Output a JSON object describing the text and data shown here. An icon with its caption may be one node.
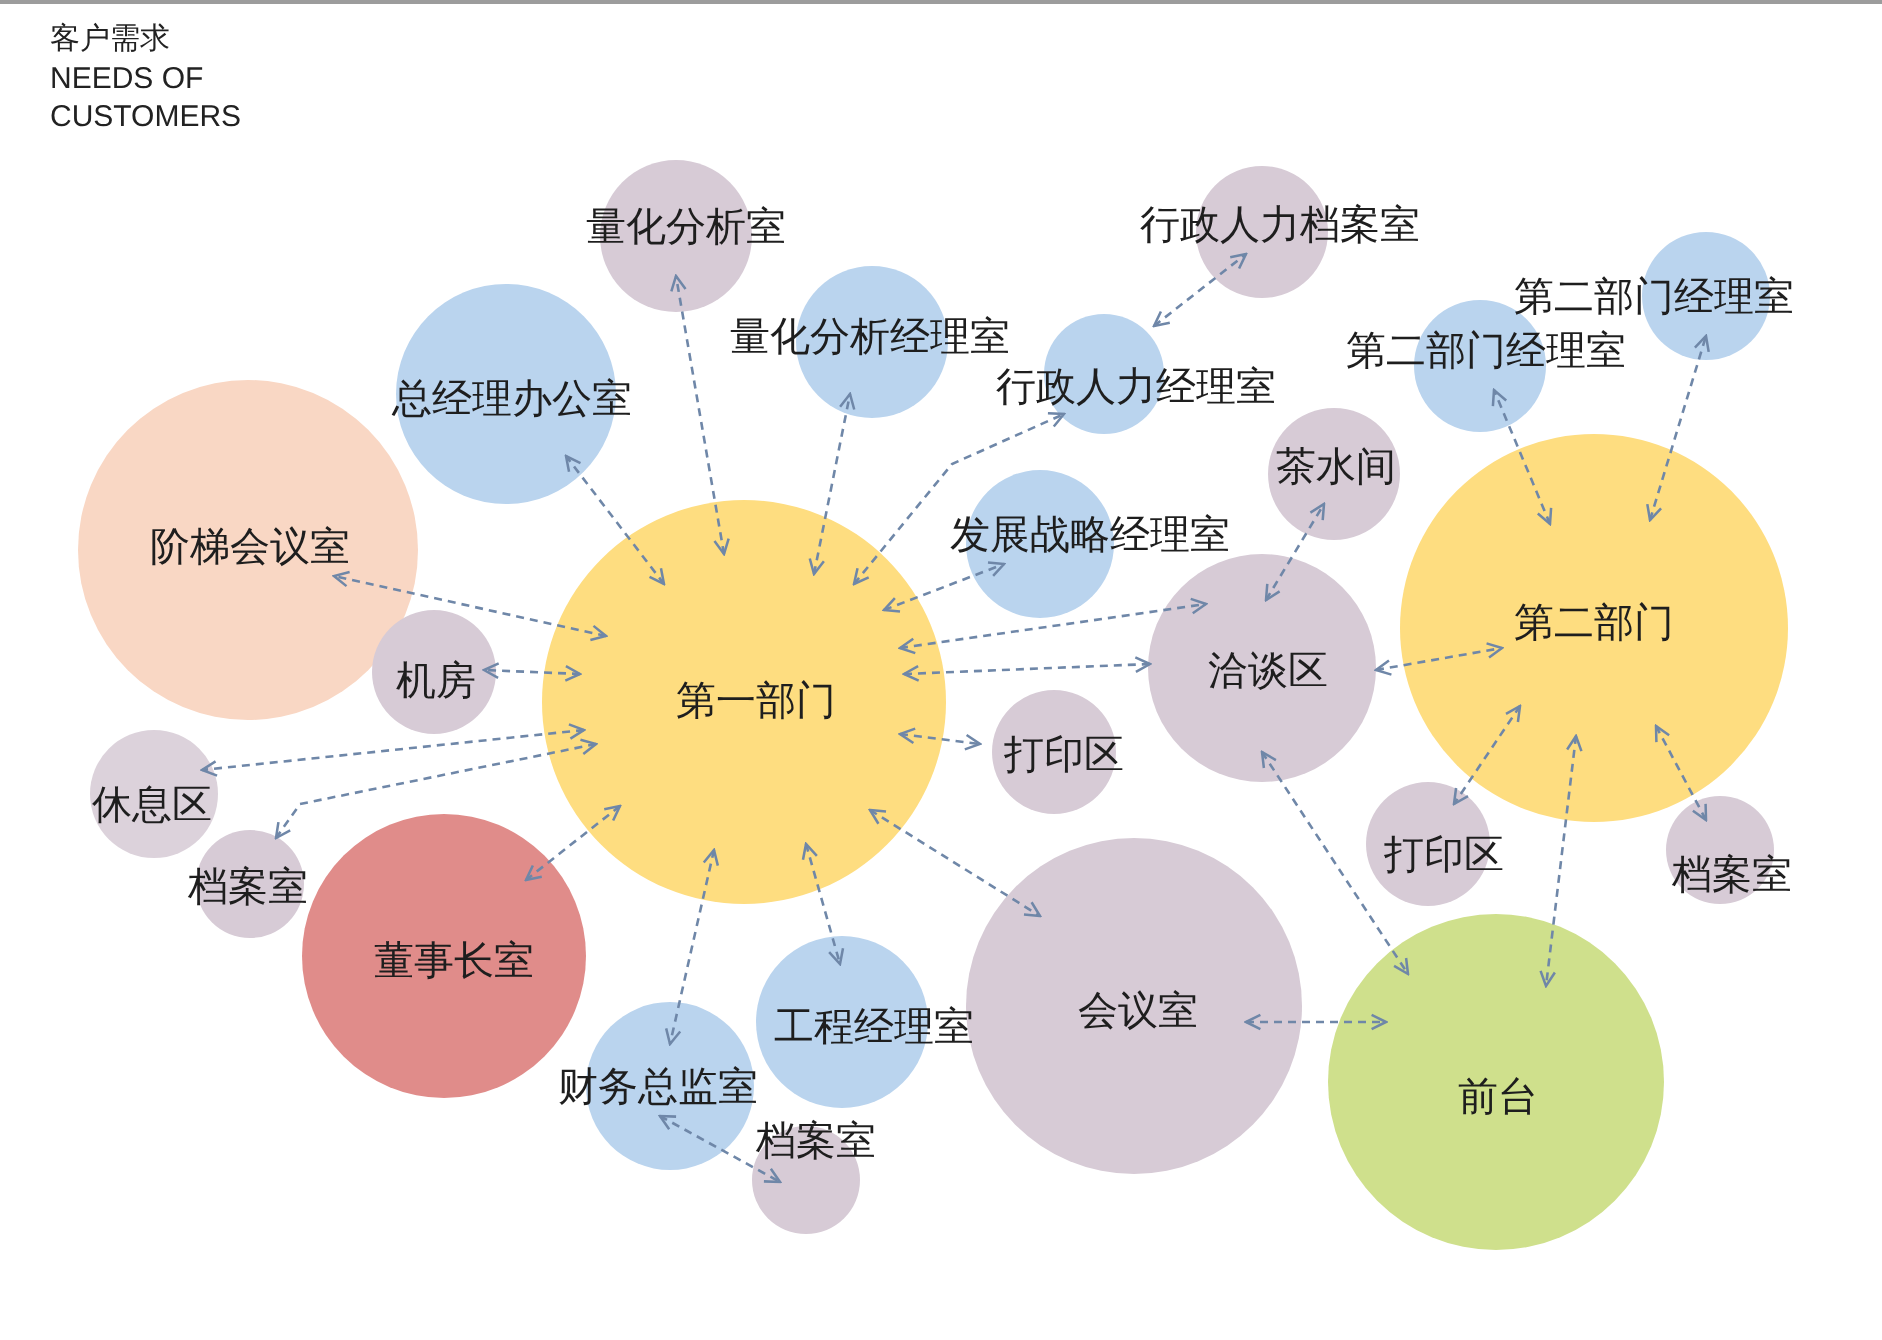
{
  "diagram": {
    "title": "客户需求",
    "nodes": [
      {
        "text": [
          "量化分析室"
        ]
      },
      {
        "text": [
          "总经理办公室"
        ]
      },
      {
        "text": [
          "量化分析经理室"
        ]
      },
      {
        "text": [
          "行政人力档案室"
        ]
      },
      {
        "text": [
          "行政人力经理室"
        ]
      },
      {
        "text": [
          "第二部门经理室"
        ]
      },
      {
        "text": [
          "第二部门经理室"
        ]
      },
      {
        "text": [
          "阶梯会议室"
        ]
      },
      {
        "text": [
          "茶水间"
        ]
      },
      {
        "text": [
          "发展战略经理室"
        ]
      },
      {
        "text": [
          "第一部门"
        ]
      },
      {
        "text": [
          "机房"
        ]
      },
      {
        "text": [
          "洽谈区"
        ]
      },
      {
        "text": [
          "第二部门"
        ]
      },
      {
        "text": [
          "休息区"
        ]
      },
      {
        "text": [
          "打印区"
        ]
      },
      {
        "text": [
          "档案室"
        ]
      },
      {
        "text": [
          "董事长室"
        ]
      },
      {
        "text": [
          "打印区"
        ]
      },
      {
        "text": [
          "档案室"
        ]
      },
      {
        "text": [
          "会议室"
        ]
      },
      {
        "text": [
          "工程经理室"
        ]
      },
      {
        "text": [
          "财务总监室"
        ]
      },
      {
        "text": [
          "前台"
        ]
      },
      {
        "text": [
          "档案室"
        ]
      }
    ],
    "edges": [
      {
        "from": 10,
        "to": 7,
        "arrow": "both"
      },
      {
        "from": 10,
        "to": 1,
        "arrow": "both"
      },
      {
        "from": 10,
        "to": 0,
        "arrow": "both"
      },
      {
        "from": 10,
        "to": 2,
        "arrow": "both"
      },
      {
        "from": 10,
        "to": 4,
        "arrow": "both"
      },
      {
        "from": 4,
        "to": 3,
        "arrow": "both"
      },
      {
        "from": 10,
        "to": 9,
        "arrow": "both"
      },
      {
        "from": 10,
        "to": 12,
        "arrow": "both"
      },
      {
        "from": 10,
        "to": 12,
        "arrow": "both"
      },
      {
        "from": 10,
        "to": 15,
        "arrow": "both"
      },
      {
        "from": 10,
        "to": 11,
        "arrow": "both"
      },
      {
        "from": 10,
        "to": 14,
        "arrow": "both"
      },
      {
        "from": 10,
        "to": 16,
        "arrow": "both"
      },
      {
        "from": 10,
        "to": 17,
        "arrow": "both"
      },
      {
        "from": 10,
        "to": 22,
        "arrow": "both"
      },
      {
        "from": 10,
        "to": 21,
        "arrow": "both"
      },
      {
        "from": 10,
        "to": 20,
        "arrow": "both"
      },
      {
        "from": 22,
        "to": 24,
        "arrow": "both"
      },
      {
        "from": 12,
        "to": 8,
        "arrow": "both"
      },
      {
        "from": 12,
        "to": 13,
        "arrow": "both"
      },
      {
        "from": 12,
        "to": 23,
        "arrow": "both"
      },
      {
        "from": 13,
        "to": 6,
        "arrow": "both"
      },
      {
        "from": 13,
        "to": 5,
        "arrow": "both"
      },
      {
        "from": 13,
        "to": 18,
        "arrow": "both"
      },
      {
        "from": 13,
        "to": 19,
        "arrow": "both"
      },
      {
        "from": 13,
        "to": 23,
        "arrow": "both"
      },
      {
        "from": 20,
        "to": 23,
        "arrow": "both"
      }
    ],
    "labels": [
      "NEEDS OF CUSTOMERS"
    ]
  }
}
